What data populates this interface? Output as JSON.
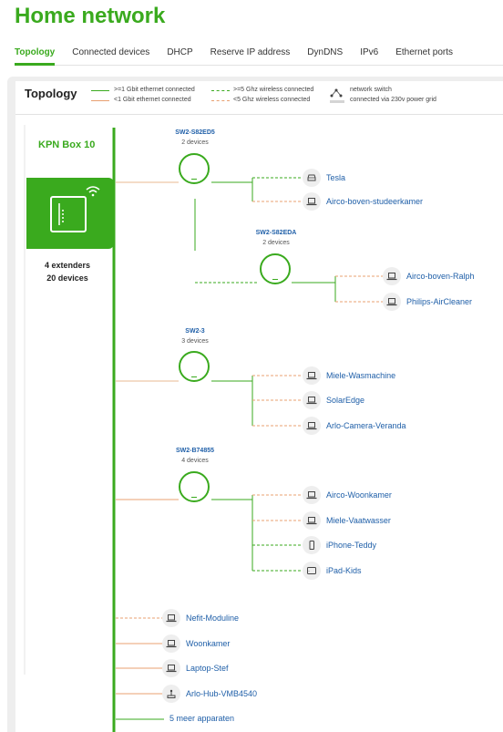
{
  "page": {
    "title": "Home network"
  },
  "tabs": [
    {
      "label": "Topology",
      "active": true
    },
    {
      "label": "Connected devices"
    },
    {
      "label": "DHCP"
    },
    {
      "label": "Reserve IP address"
    },
    {
      "label": "DynDNS"
    },
    {
      "label": "IPv6"
    },
    {
      "label": "Ethernet ports"
    }
  ],
  "topology": {
    "title": "Topology",
    "legend": {
      "gbit_eth": ">=1 Gbit ethernet connected",
      "sub_gbit_eth": "<1 Gbit ethernet connected",
      "wifi5": ">=5 Ghz wireless connected",
      "wifi_lt5": "<5 Ghz wireless connected",
      "switch": "network switch",
      "powerline": "connected via 230v power grid"
    },
    "colors": {
      "green": "#3aaa1e",
      "orange": "#e8a070",
      "blue_text": "#1f5fa8"
    },
    "router": {
      "name": "KPN Box 10",
      "extenders": "4 extenders",
      "devices": "20 devices"
    },
    "extenders": [
      {
        "name": "SW2-S82ED5",
        "count": "2 devices"
      },
      {
        "name": "SW2-S82EDA",
        "count": "2 devices"
      },
      {
        "name": "SW2-3",
        "count": "3 devices"
      },
      {
        "name": "SW2-B74855",
        "count": "4 devices"
      }
    ],
    "devices": [
      {
        "name": "Tesla",
        "icon": "car-icon"
      },
      {
        "name": "Airco-boven-studeerkamer",
        "icon": "laptop-icon"
      },
      {
        "name": "Airco-boven-Ralph",
        "icon": "laptop-icon"
      },
      {
        "name": "Philips-AirCleaner",
        "icon": "laptop-icon"
      },
      {
        "name": "Miele-Wasmachine",
        "icon": "laptop-icon"
      },
      {
        "name": "SolarEdge",
        "icon": "laptop-icon"
      },
      {
        "name": "Arlo-Camera-Veranda",
        "icon": "laptop-icon"
      },
      {
        "name": "Airco-Woonkamer",
        "icon": "laptop-icon"
      },
      {
        "name": "Miele-Vaatwasser",
        "icon": "laptop-icon"
      },
      {
        "name": "iPhone-Teddy",
        "icon": "phone-icon"
      },
      {
        "name": "iPad-Kids",
        "icon": "tablet-icon"
      },
      {
        "name": "Nefit-Moduline",
        "icon": "laptop-icon"
      },
      {
        "name": "Woonkamer",
        "icon": "laptop-icon"
      },
      {
        "name": "Laptop-Stef",
        "icon": "laptop-icon"
      },
      {
        "name": "Arlo-Hub-VMB4540",
        "icon": "hub-icon"
      }
    ],
    "more": "5 meer apparaten"
  }
}
